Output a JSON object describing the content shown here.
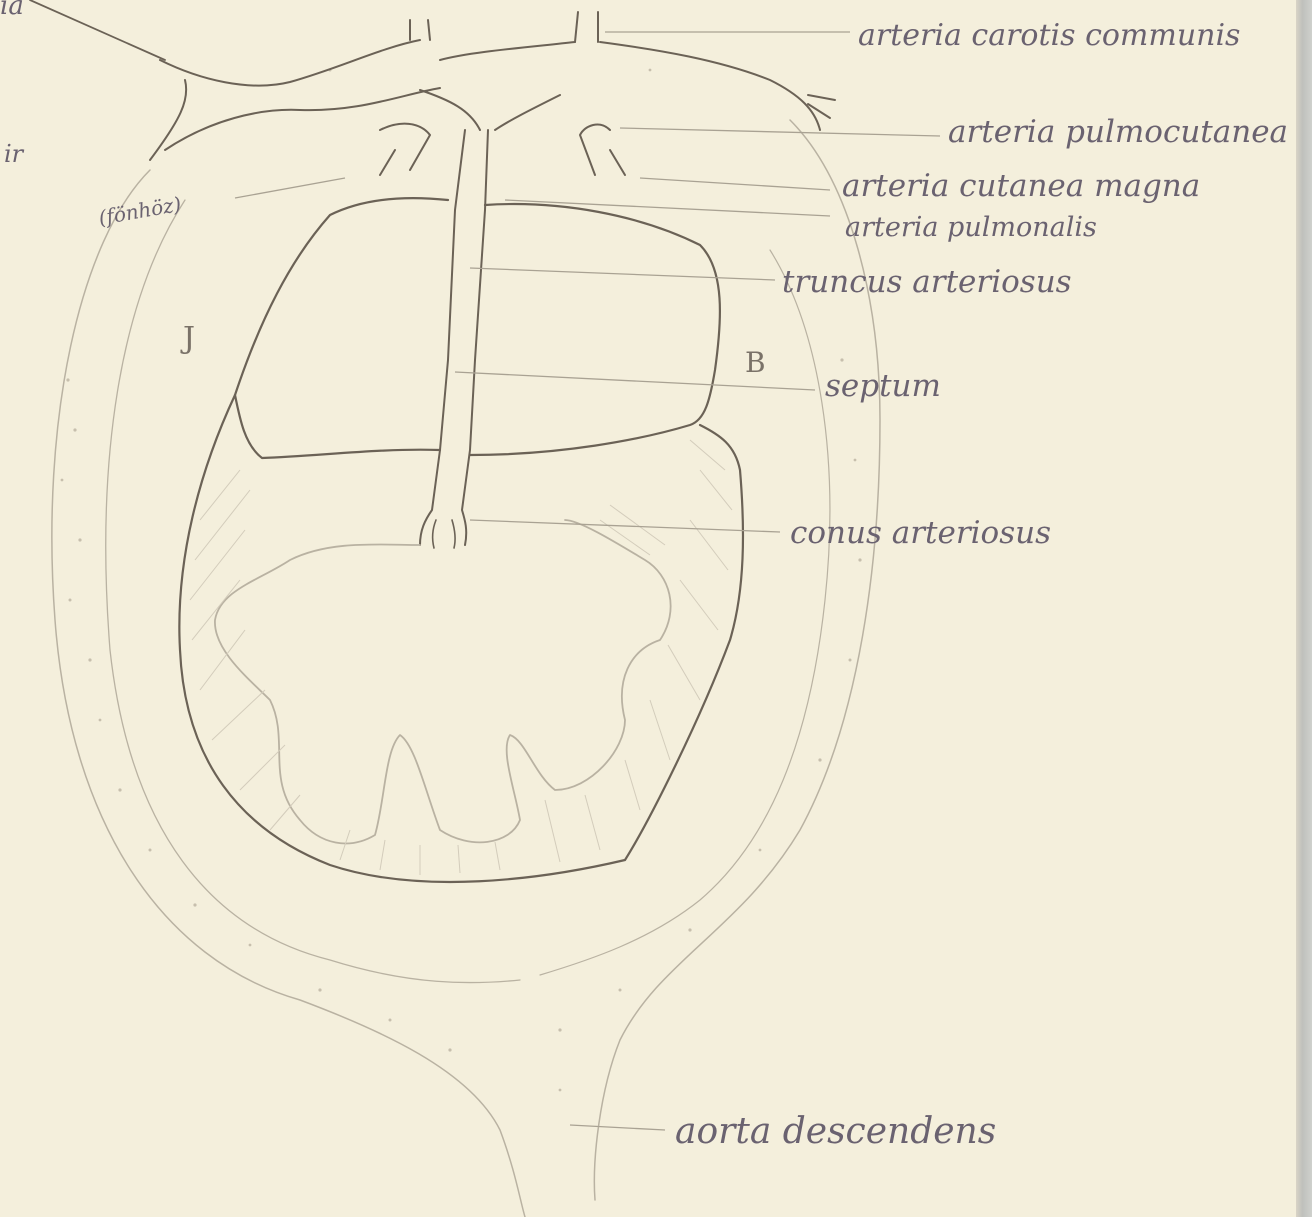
{
  "labels": {
    "carotis": "arteria carotis communis",
    "pulmocutanea": "arteria pulmocutanea",
    "cutanea_magna": "arteria cutanea magna",
    "pulmonalis": "arteria pulmonalis",
    "truncus": "truncus arteriosus",
    "septum": "septum",
    "conus": "conus arteriosus",
    "aorta": "aorta descendens",
    "fonhoz": "(fönhöz)",
    "letter_j": "J",
    "letter_b": "B",
    "fragment_top": "ia",
    "fragment_left": "ir"
  },
  "colors": {
    "paper": "#f4efdc",
    "pencil_dark": "#6b6256",
    "pencil_light": "#b9b2a2",
    "ink_label": "#6a6270"
  }
}
